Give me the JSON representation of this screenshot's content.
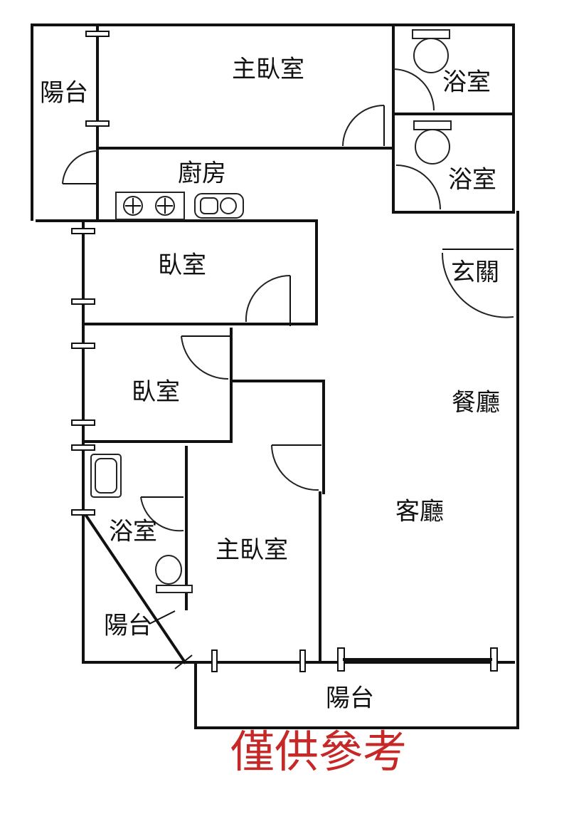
{
  "rooms": {
    "balcony_west": "陽台",
    "master_bedroom_top": "主臥室",
    "bathroom_top": "浴室",
    "bathroom_second": "浴室",
    "kitchen": "廚房",
    "entrance": "玄關",
    "bedroom_1": "臥室",
    "bedroom_2": "臥室",
    "dining_room": "餐廳",
    "living_room": "客廳",
    "bathroom_lower": "浴室",
    "master_bedroom_lower": "主臥室",
    "balcony_corner": "陽台",
    "balcony_south": "陽台"
  },
  "watermark": {
    "text": "僅供參考",
    "color": "#c62828"
  }
}
